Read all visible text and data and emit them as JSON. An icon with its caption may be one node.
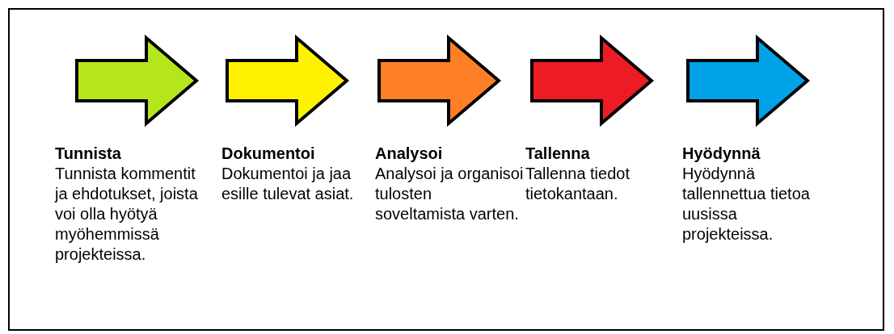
{
  "diagram": {
    "nodes": [
      {
        "text": [],
        "shape": "arrow",
        "beside": [
          "Tunnista",
          "Tunnista kommentit ja ehdotukset, joista voi olla hyötyä myöhemmissä projekteissa."
        ]
      },
      {
        "text": [],
        "shape": "arrow",
        "beside": [
          "Dokumentoi",
          "Dokumentoi ja jaa esille tulevat asiat."
        ]
      },
      {
        "text": [],
        "shape": "arrow",
        "beside": [
          "Analysoi",
          "Analysoi ja organisoi tulosten soveltamista varten."
        ]
      },
      {
        "text": [],
        "shape": "arrow",
        "beside": [
          "Tallenna",
          "Tallenna tiedot tietokantaan."
        ]
      },
      {
        "text": [],
        "shape": "arrow",
        "beside": [
          "Hyödynnä",
          "Hyödynnä tallennettua tietoa uusissa projekteissa."
        ]
      }
    ]
  }
}
